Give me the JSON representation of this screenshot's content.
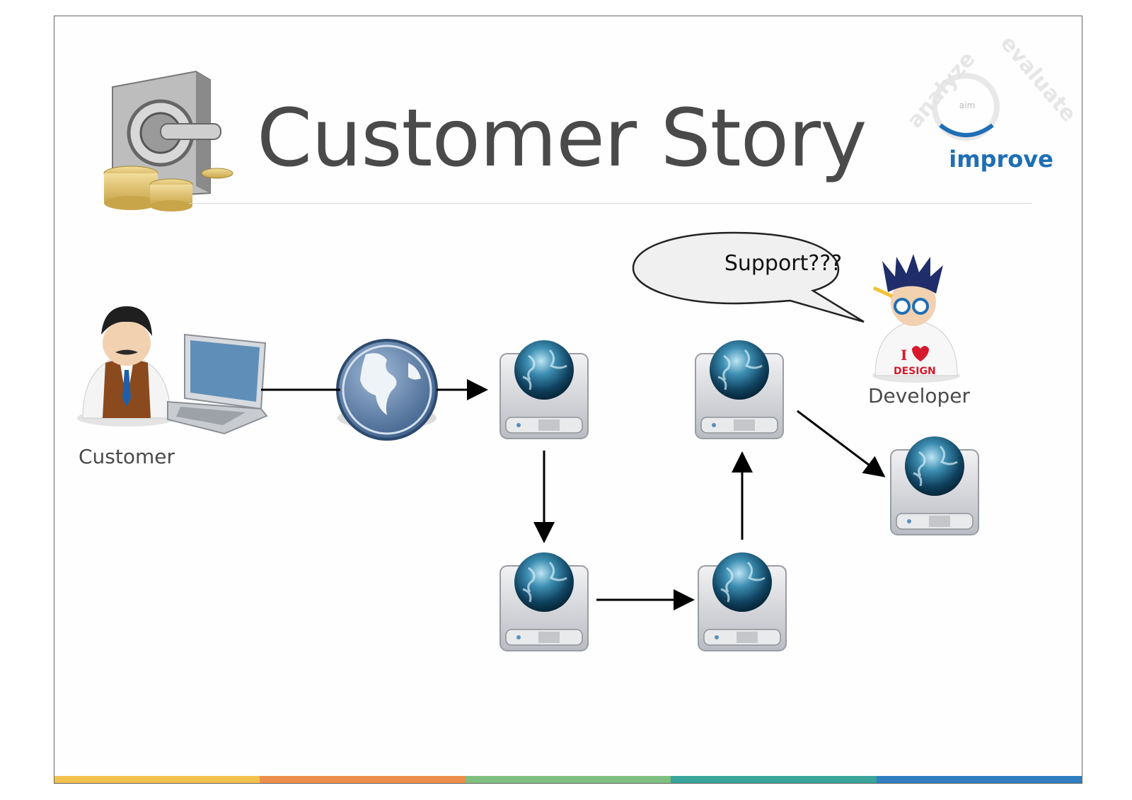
{
  "slide": {
    "title": "Customer Story"
  },
  "logo": {
    "words": [
      "analyze",
      "evaluate",
      "improve"
    ],
    "center_text": "aim",
    "color": "#1e6fb5",
    "icon": "aim-cycle-logo"
  },
  "diagram": {
    "customer_label": "Customer",
    "developer_label": "Developer",
    "speech_bubble": "Support???",
    "icons": [
      "vault-coins-icon",
      "customer-person-icon",
      "laptop-icon",
      "internet-globe-icon",
      "web-server-icon",
      "developer-person-icon"
    ]
  },
  "footer_bar": {
    "colors": [
      "#f3c14f",
      "#ec8f4c",
      "#7fbf7f",
      "#3aa39a",
      "#2f7fc1"
    ]
  }
}
